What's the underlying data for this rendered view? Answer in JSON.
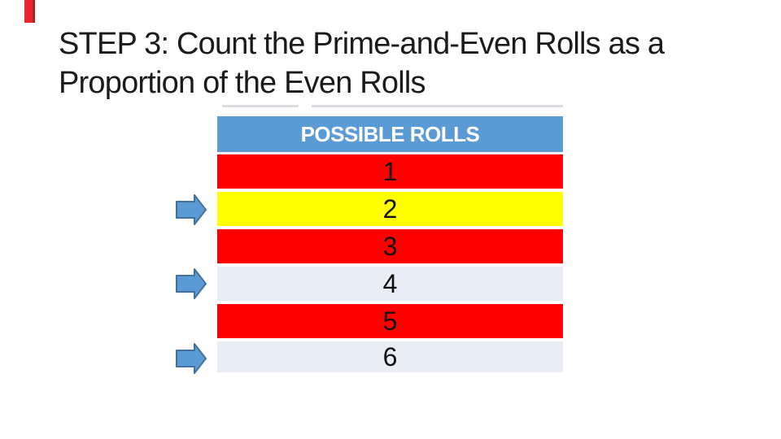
{
  "slide": {
    "title": {
      "line1": "STEP 3: Count the Prime-and-Even Rolls as a",
      "line2": "Proportion of the Even Rolls"
    }
  },
  "table": {
    "header": "POSSIBLE ROLLS",
    "rows": [
      {
        "value": "1",
        "color": "#fe0000",
        "kind": "red"
      },
      {
        "value": "2",
        "color": "#ffff00",
        "kind": "yellow-highlight"
      },
      {
        "value": "3",
        "color": "#fe0000",
        "kind": "red"
      },
      {
        "value": "4",
        "color": "#e9edf5",
        "kind": "light"
      },
      {
        "value": "5",
        "color": "#fe0000",
        "kind": "red"
      },
      {
        "value": "6",
        "color": "#e9edf5",
        "kind": "light"
      }
    ],
    "arrow_rows": [
      "2",
      "4",
      "6"
    ]
  },
  "colors": {
    "header_bg": "#5b9bd5",
    "header_text": "#ffffff",
    "arrow_fill": "#5b9bd5",
    "arrow_border": "#41719c",
    "title_text": "#1b1b1b",
    "corner_bar": "#e8262d",
    "corner_bar_edge": "#b21e22",
    "artifact_line": "#d9dce1"
  }
}
